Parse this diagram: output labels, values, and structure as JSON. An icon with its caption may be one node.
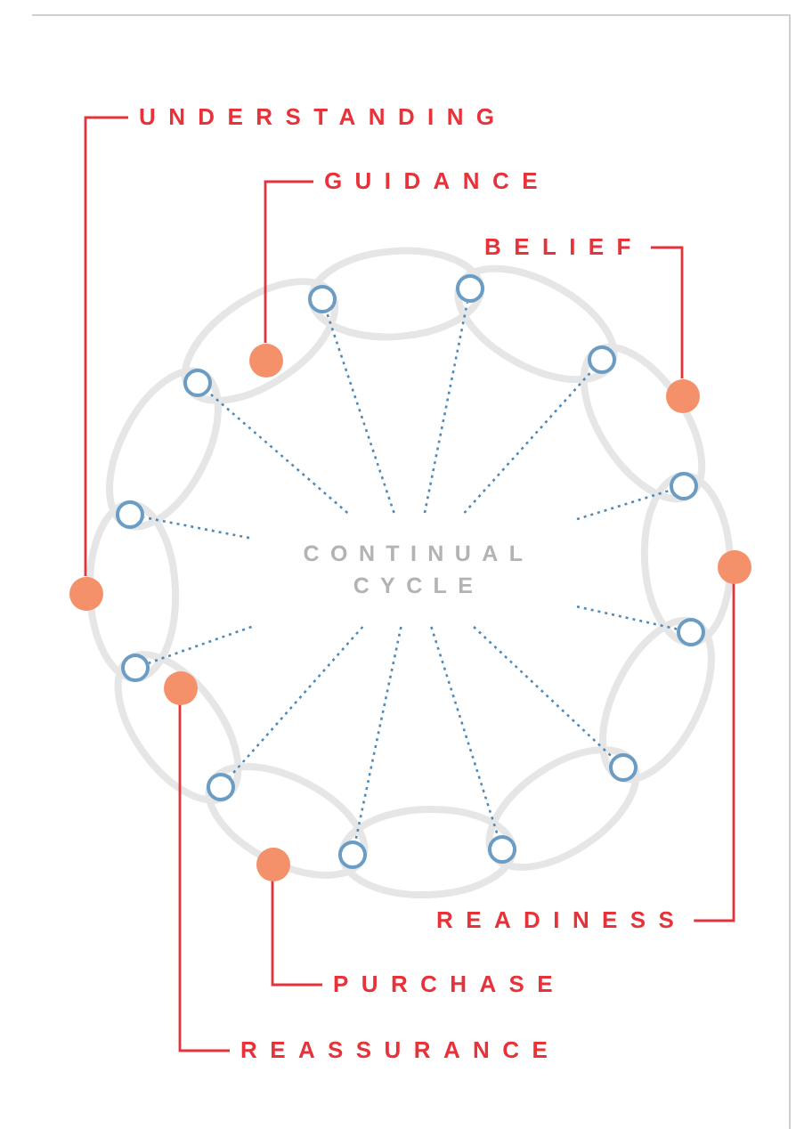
{
  "diagram": {
    "nodes": [
      {
        "text": [
          "UNDERSTANDING"
        ]
      },
      {
        "text": [
          "GUIDANCE"
        ]
      },
      {
        "text": [
          "BELIEF"
        ]
      },
      {
        "text": [
          "CONTINUAL CYCLE"
        ]
      },
      {
        "text": [
          "READINESS"
        ]
      },
      {
        "text": [
          "PURCHASE"
        ]
      },
      {
        "text": [
          "REASSURANCE"
        ]
      },
      {
        "text": [],
        "shape": "circle"
      },
      {
        "text": [],
        "shape": "circle"
      },
      {
        "text": [],
        "shape": "circle"
      },
      {
        "text": [],
        "shape": "circle"
      },
      {
        "text": [],
        "shape": "circle"
      },
      {
        "text": [],
        "shape": "circle"
      },
      {
        "text": [],
        "shape": "circle"
      },
      {
        "text": [],
        "shape": "circle"
      },
      {
        "text": [],
        "shape": "circle"
      },
      {
        "text": [],
        "shape": "circle"
      },
      {
        "text": [],
        "shape": "circle"
      },
      {
        "text": [],
        "shape": "circle"
      },
      {
        "text": [],
        "shape": "circle"
      },
      {
        "text": [],
        "shape": "circle"
      },
      {
        "text": [],
        "shape": "circle"
      },
      {
        "text": [],
        "shape": "circle"
      },
      {
        "text": [],
        "shape": "circle"
      },
      {
        "text": [],
        "shape": "circle"
      }
    ],
    "edges": [
      {
        "from": 0,
        "to": 10,
        "arrow": "none",
        "color": "#e8323a"
      },
      {
        "from": 1,
        "to": 7,
        "arrow": "none",
        "color": "#e8323a"
      },
      {
        "from": 2,
        "to": 8,
        "arrow": "none",
        "color": "#e8323a"
      },
      {
        "from": 4,
        "to": 9,
        "arrow": "none",
        "color": "#e8323a"
      },
      {
        "from": 5,
        "to": 12,
        "arrow": "none",
        "color": "#e8323a"
      },
      {
        "from": 6,
        "to": 11,
        "arrow": "none",
        "color": "#e8323a"
      },
      {
        "from": 3,
        "to": 13,
        "arrow": "none",
        "style": "dashed"
      },
      {
        "from": 3,
        "to": 14,
        "arrow": "none",
        "style": "dashed"
      },
      {
        "from": 3,
        "to": 15,
        "arrow": "none",
        "style": "dashed"
      },
      {
        "from": 3,
        "to": 16,
        "arrow": "none",
        "style": "dashed"
      },
      {
        "from": 3,
        "to": 17,
        "arrow": "none",
        "style": "dashed"
      },
      {
        "from": 3,
        "to": 18,
        "arrow": "none",
        "style": "dashed"
      },
      {
        "from": 3,
        "to": 19,
        "arrow": "none",
        "style": "dashed"
      },
      {
        "from": 3,
        "to": 20,
        "arrow": "none",
        "style": "dashed"
      },
      {
        "from": 3,
        "to": 21,
        "arrow": "none",
        "style": "dashed"
      },
      {
        "from": 3,
        "to": 22,
        "arrow": "none",
        "style": "dashed"
      },
      {
        "from": 3,
        "to": 23,
        "arrow": "none",
        "style": "dashed"
      },
      {
        "from": 3,
        "to": 24,
        "arrow": "none",
        "style": "dashed"
      }
    ]
  }
}
